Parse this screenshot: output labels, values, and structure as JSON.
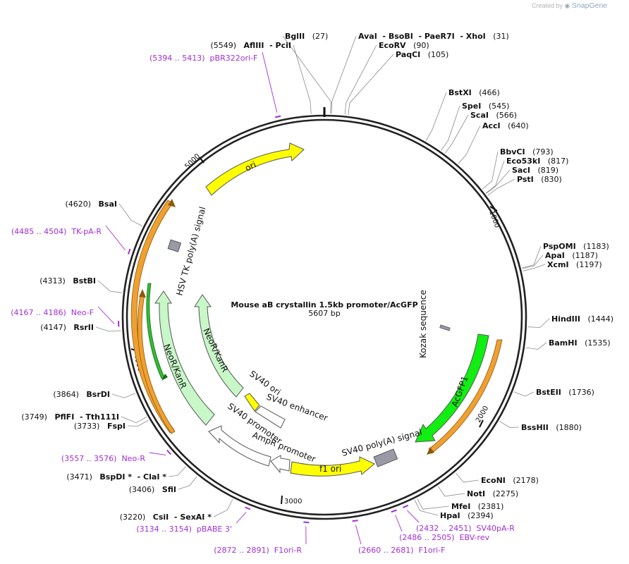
{
  "credit": {
    "prefix": "Created by",
    "brand": "SnapGene"
  },
  "plasmid": {
    "name": "Mouse aB crystallin 1.5kb promoter/AcGFP",
    "size": "5607 bp",
    "length": 5607
  },
  "colors": {
    "ori": "#ffff00",
    "gfp": "#11ee11",
    "neo": "#c8f7c8",
    "primer": "#a12ed6",
    "orange": "#f0a030",
    "signal": "#999aa5"
  },
  "ticks": [
    "1000",
    "2000",
    "3000",
    "4000",
    "5000"
  ],
  "labels": [
    {
      "pos": "(27)",
      "name": "BglII",
      "bp": 27
    },
    {
      "pos": "(31)",
      "name": "AvaI  - BsoBI  - PaeR7I  - XhoI",
      "bp": 31
    },
    {
      "pos": "(90)",
      "name": "EcoRV",
      "bp": 90
    },
    {
      "pos": "(105)",
      "name": "PaqCI",
      "bp": 105
    },
    {
      "pos": "(466)",
      "name": "BstXI",
      "bp": 466
    },
    {
      "pos": "(545)",
      "name": "SpeI",
      "bp": 545
    },
    {
      "pos": "(566)",
      "name": "ScaI",
      "bp": 566
    },
    {
      "pos": "(640)",
      "name": "AccI",
      "bp": 640
    },
    {
      "pos": "(793)",
      "name": "BbvCI",
      "bp": 793
    },
    {
      "pos": "(817)",
      "name": "Eco53kI",
      "bp": 817
    },
    {
      "pos": "(819)",
      "name": "SacI",
      "bp": 819
    },
    {
      "pos": "(830)",
      "name": "PstI",
      "bp": 830
    },
    {
      "pos": "(1183)",
      "name": "PspOMI",
      "bp": 1183
    },
    {
      "pos": "(1187)",
      "name": "ApaI",
      "bp": 1187
    },
    {
      "pos": "(1197)",
      "name": "XcmI",
      "bp": 1197
    },
    {
      "pos": "(1444)",
      "name": "HindIII",
      "bp": 1444
    },
    {
      "pos": "(1535)",
      "name": "BamHI",
      "bp": 1535
    },
    {
      "pos": "(1736)",
      "name": "BstEII",
      "bp": 1736
    },
    {
      "pos": "(1880)",
      "name": "BssHII",
      "bp": 1880
    },
    {
      "pos": "(2178)",
      "name": "EcoNI",
      "bp": 2178
    },
    {
      "pos": "(2275)",
      "name": "NotI",
      "bp": 2275
    },
    {
      "pos": "(2381)",
      "name": "MfeI",
      "bp": 2381
    },
    {
      "pos": "(2394)",
      "name": "HpaI",
      "bp": 2394
    },
    {
      "pos": "(3220)",
      "name": "CsiI  - SexAI *",
      "bp": 3220
    },
    {
      "pos": "(3406)",
      "name": "SfiI",
      "bp": 3406
    },
    {
      "pos": "(3471)",
      "name": "BspDI *  - ClaI *",
      "bp": 3471
    },
    {
      "pos": "(3733)",
      "name": "FspI",
      "bp": 3733
    },
    {
      "pos": "(3749)",
      "name": "PflFI  - Tth111I",
      "bp": 3749
    },
    {
      "pos": "(3864)",
      "name": "BsrDI",
      "bp": 3864
    },
    {
      "pos": "(4147)",
      "name": "RsrII",
      "bp": 4147
    },
    {
      "pos": "(4313)",
      "name": "BstBI",
      "bp": 4313
    },
    {
      "pos": "(4620)",
      "name": "BsaI",
      "bp": 4620
    },
    {
      "pos": "(5549)",
      "name": "AflIII  - PciI",
      "bp": 5549
    }
  ],
  "primers": [
    {
      "range": "(5394 .. 5413)",
      "name": "pBR322ori-F",
      "bp": 5404
    },
    {
      "range": "(4485 .. 4504)",
      "name": "TK-pA-R",
      "bp": 4495
    },
    {
      "range": "(4167 .. 4186)",
      "name": "Neo-F",
      "bp": 4177
    },
    {
      "range": "(3557 .. 3576)",
      "name": "Neo-R",
      "bp": 3567
    },
    {
      "range": "(3134 .. 3154)",
      "name": "pBABE 3'",
      "bp": 3144
    },
    {
      "range": "(2872 .. 2891)",
      "name": "F1ori-R",
      "bp": 2882
    },
    {
      "range": "(2660 .. 2681)",
      "name": "F1ori-F",
      "bp": 2670
    },
    {
      "range": "(2486 .. 2505)",
      "name": "EBV-rev",
      "bp": 2496
    },
    {
      "range": "(2432 .. 2451)",
      "name": "SV40pA-R",
      "bp": 2442
    }
  ],
  "features": [
    {
      "name": "ori"
    },
    {
      "name": "HSV TK poly(A) signal"
    },
    {
      "name": "NeoR/KanR"
    },
    {
      "name": "NeoR/KanR"
    },
    {
      "name": "SV40 ori"
    },
    {
      "name": "SV40 enhancer"
    },
    {
      "name": "SV40 promoter"
    },
    {
      "name": "AmpR promoter"
    },
    {
      "name": "f1 ori"
    },
    {
      "name": "SV40 poly(A) signal"
    },
    {
      "name": "AcGFP1"
    },
    {
      "name": "Kozak sequence"
    }
  ]
}
